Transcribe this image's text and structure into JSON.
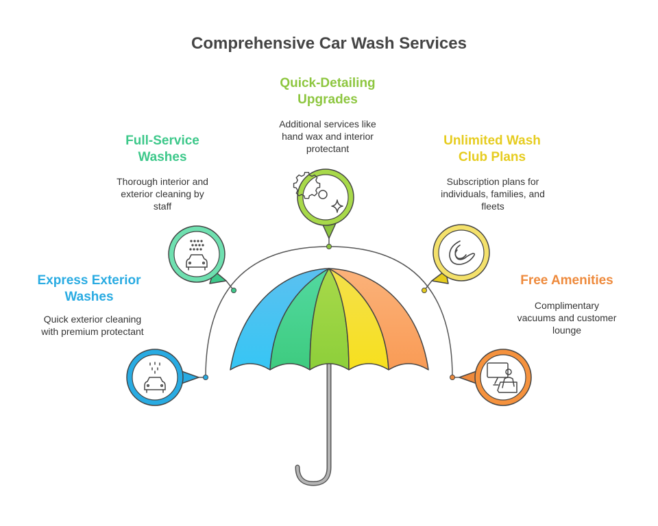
{
  "title": "Comprehensive Car Wash Services",
  "colors": {
    "express": "#29abe2",
    "full_service": "#3dc88a",
    "quick_detailing": "#8dc63f",
    "unlimited": "#e6cc1f",
    "amenities": "#ee8a3c"
  },
  "services": {
    "express": {
      "title_lines": [
        "Express Exterior",
        "Washes"
      ],
      "desc_lines": [
        "Quick exterior cleaning",
        "with premium protectant"
      ],
      "icon": "car-shower-icon"
    },
    "full_service": {
      "title_lines": [
        "Full-Service",
        "Washes"
      ],
      "desc_lines": [
        "Thorough interior and",
        "exterior cleaning by",
        "staff"
      ],
      "icon": "car-wash-icon"
    },
    "quick_detailing": {
      "title_lines": [
        "Quick-Detailing",
        "Upgrades"
      ],
      "desc_lines": [
        "Additional services like",
        "hand wax and interior",
        "protectant"
      ],
      "icon": "gear-sparkle-icon"
    },
    "unlimited": {
      "title_lines": [
        "Unlimited Wash",
        "Club Plans"
      ],
      "desc_lines": [
        "Subscription plans for",
        "individuals, families, and",
        "fleets"
      ],
      "icon": "infinity-icon"
    },
    "amenities": {
      "title_lines": [
        "Free Amenities"
      ],
      "desc_lines": [
        "Complimentary",
        "vacuums and customer",
        "lounge"
      ],
      "icon": "lounge-icon"
    }
  }
}
